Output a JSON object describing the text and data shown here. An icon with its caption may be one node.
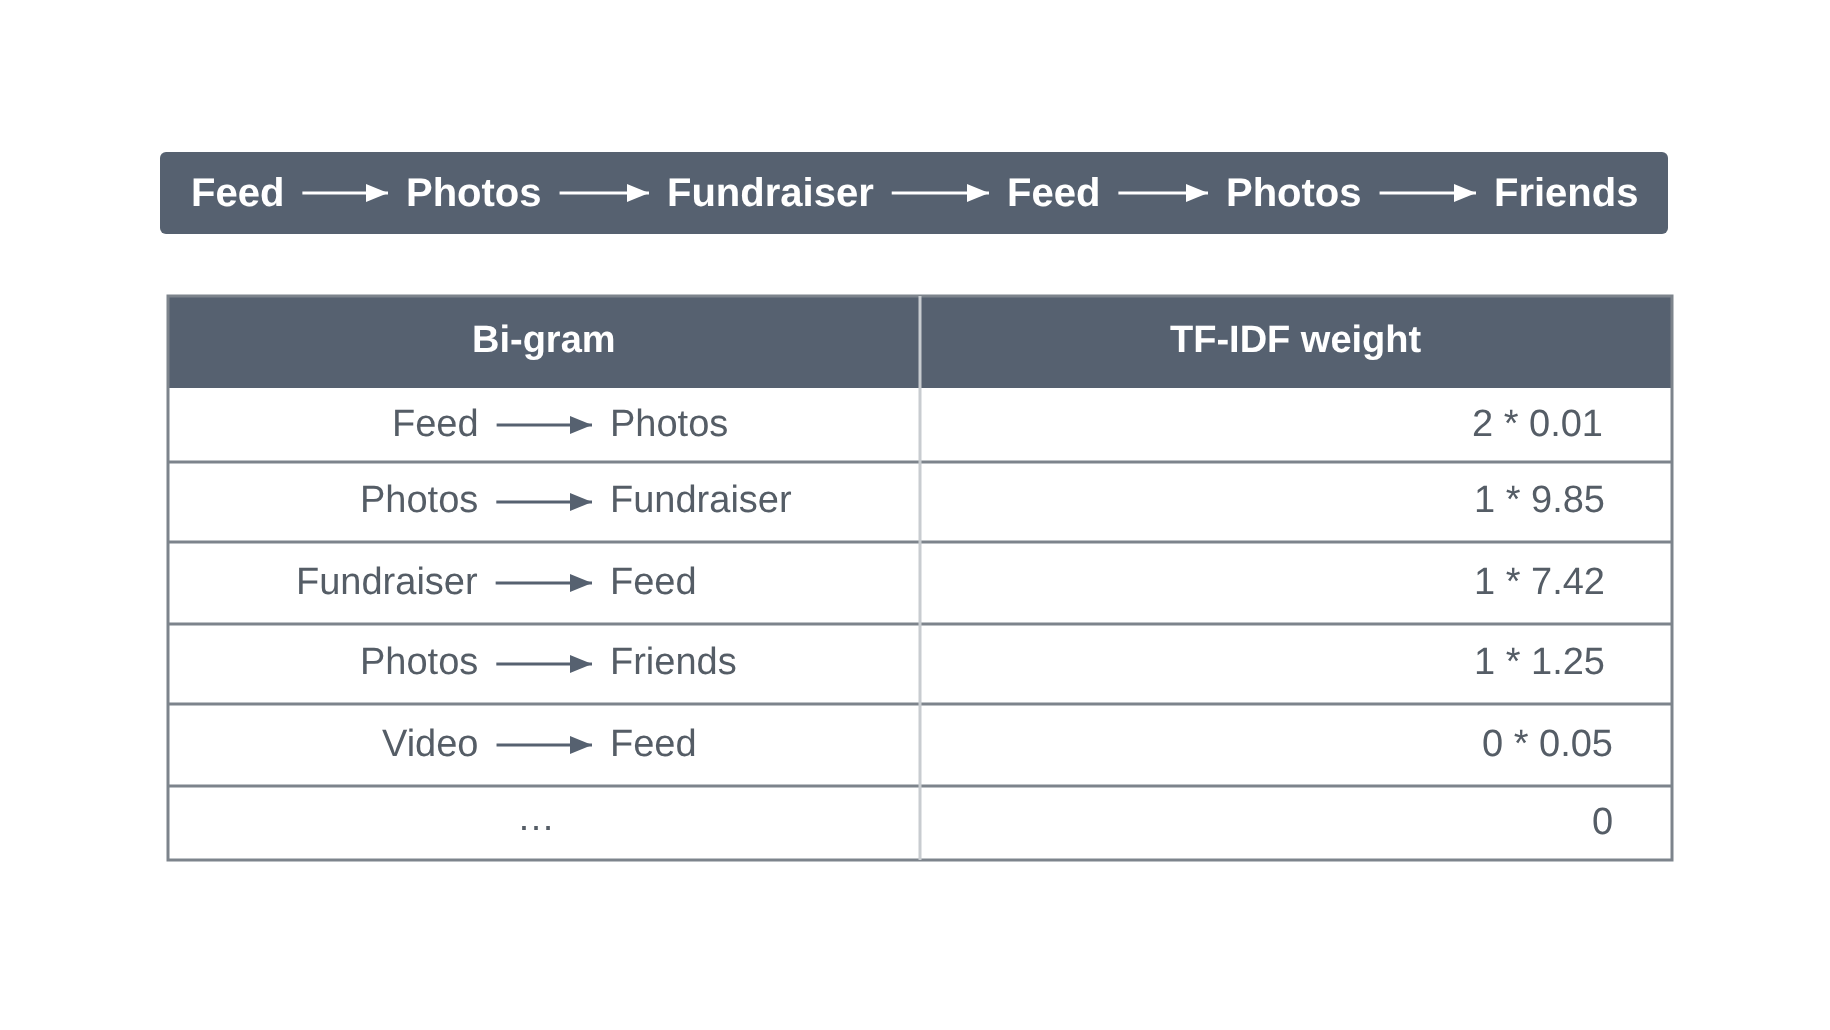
{
  "diagram": {
    "nodes": [
      {
        "text": [],
        "shape": "bar"
      },
      {
        "text": [
          "Feed"
        ],
        "in": 0
      },
      {
        "text": [
          "Photos"
        ],
        "in": 0
      },
      {
        "text": [
          "Fundraiser"
        ],
        "in": 0
      },
      {
        "text": [
          "Feed"
        ],
        "in": 0
      },
      {
        "text": [
          "Photos"
        ],
        "in": 0
      },
      {
        "text": [
          "Friends"
        ],
        "in": 0
      },
      {
        "text": [
          "Feed"
        ]
      },
      {
        "text": [
          "Photos"
        ]
      },
      {
        "text": [
          "Photos"
        ]
      },
      {
        "text": [
          "Fundraiser"
        ]
      },
      {
        "text": [
          "Fundraiser"
        ]
      },
      {
        "text": [
          "Feed"
        ]
      },
      {
        "text": [
          "Photos"
        ]
      },
      {
        "text": [
          "Friends"
        ]
      },
      {
        "text": [
          "Video"
        ]
      },
      {
        "text": [
          "Feed"
        ]
      }
    ],
    "edges": [
      {
        "from": 1,
        "to": 2,
        "arrow": "to"
      },
      {
        "from": 2,
        "to": 3,
        "arrow": "to"
      },
      {
        "from": 3,
        "to": 4,
        "arrow": "to"
      },
      {
        "from": 4,
        "to": 5,
        "arrow": "to"
      },
      {
        "from": 5,
        "to": 6,
        "arrow": "to"
      },
      {
        "from": 7,
        "to": 8,
        "arrow": "to",
        "color": "#566170"
      },
      {
        "from": 9,
        "to": 10,
        "arrow": "to",
        "color": "#566170"
      },
      {
        "from": 11,
        "to": 12,
        "arrow": "to",
        "color": "#566170"
      },
      {
        "from": 13,
        "to": 14,
        "arrow": "to",
        "color": "#566170"
      },
      {
        "from": 15,
        "to": 16,
        "arrow": "to",
        "color": "#566170"
      }
    ],
    "labels": [
      "Bi-gram",
      "TF-IDF weight",
      "2 * 0.01",
      "1 * 9.85",
      "1 * 7.42",
      "1 * 1.25",
      "0 * 0.05",
      "…",
      "0"
    ]
  }
}
